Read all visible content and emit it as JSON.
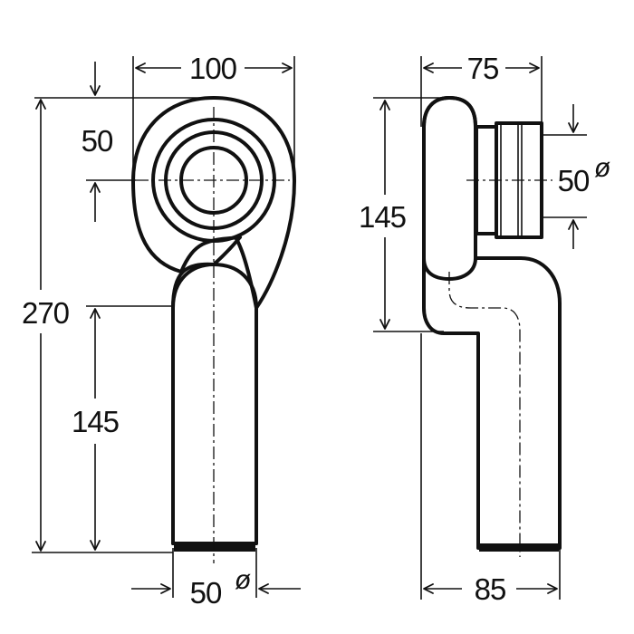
{
  "front_view": {
    "dims": {
      "width_top": "100",
      "offset": "50",
      "height_total": "270",
      "height_pipe": "145",
      "outlet_diameter": "50",
      "diameter_symbol": "ø"
    }
  },
  "side_view": {
    "dims": {
      "depth_top": "75",
      "height_bend": "145",
      "inlet_diameter": "50",
      "diameter_symbol": "ø",
      "depth_bottom": "85"
    }
  }
}
